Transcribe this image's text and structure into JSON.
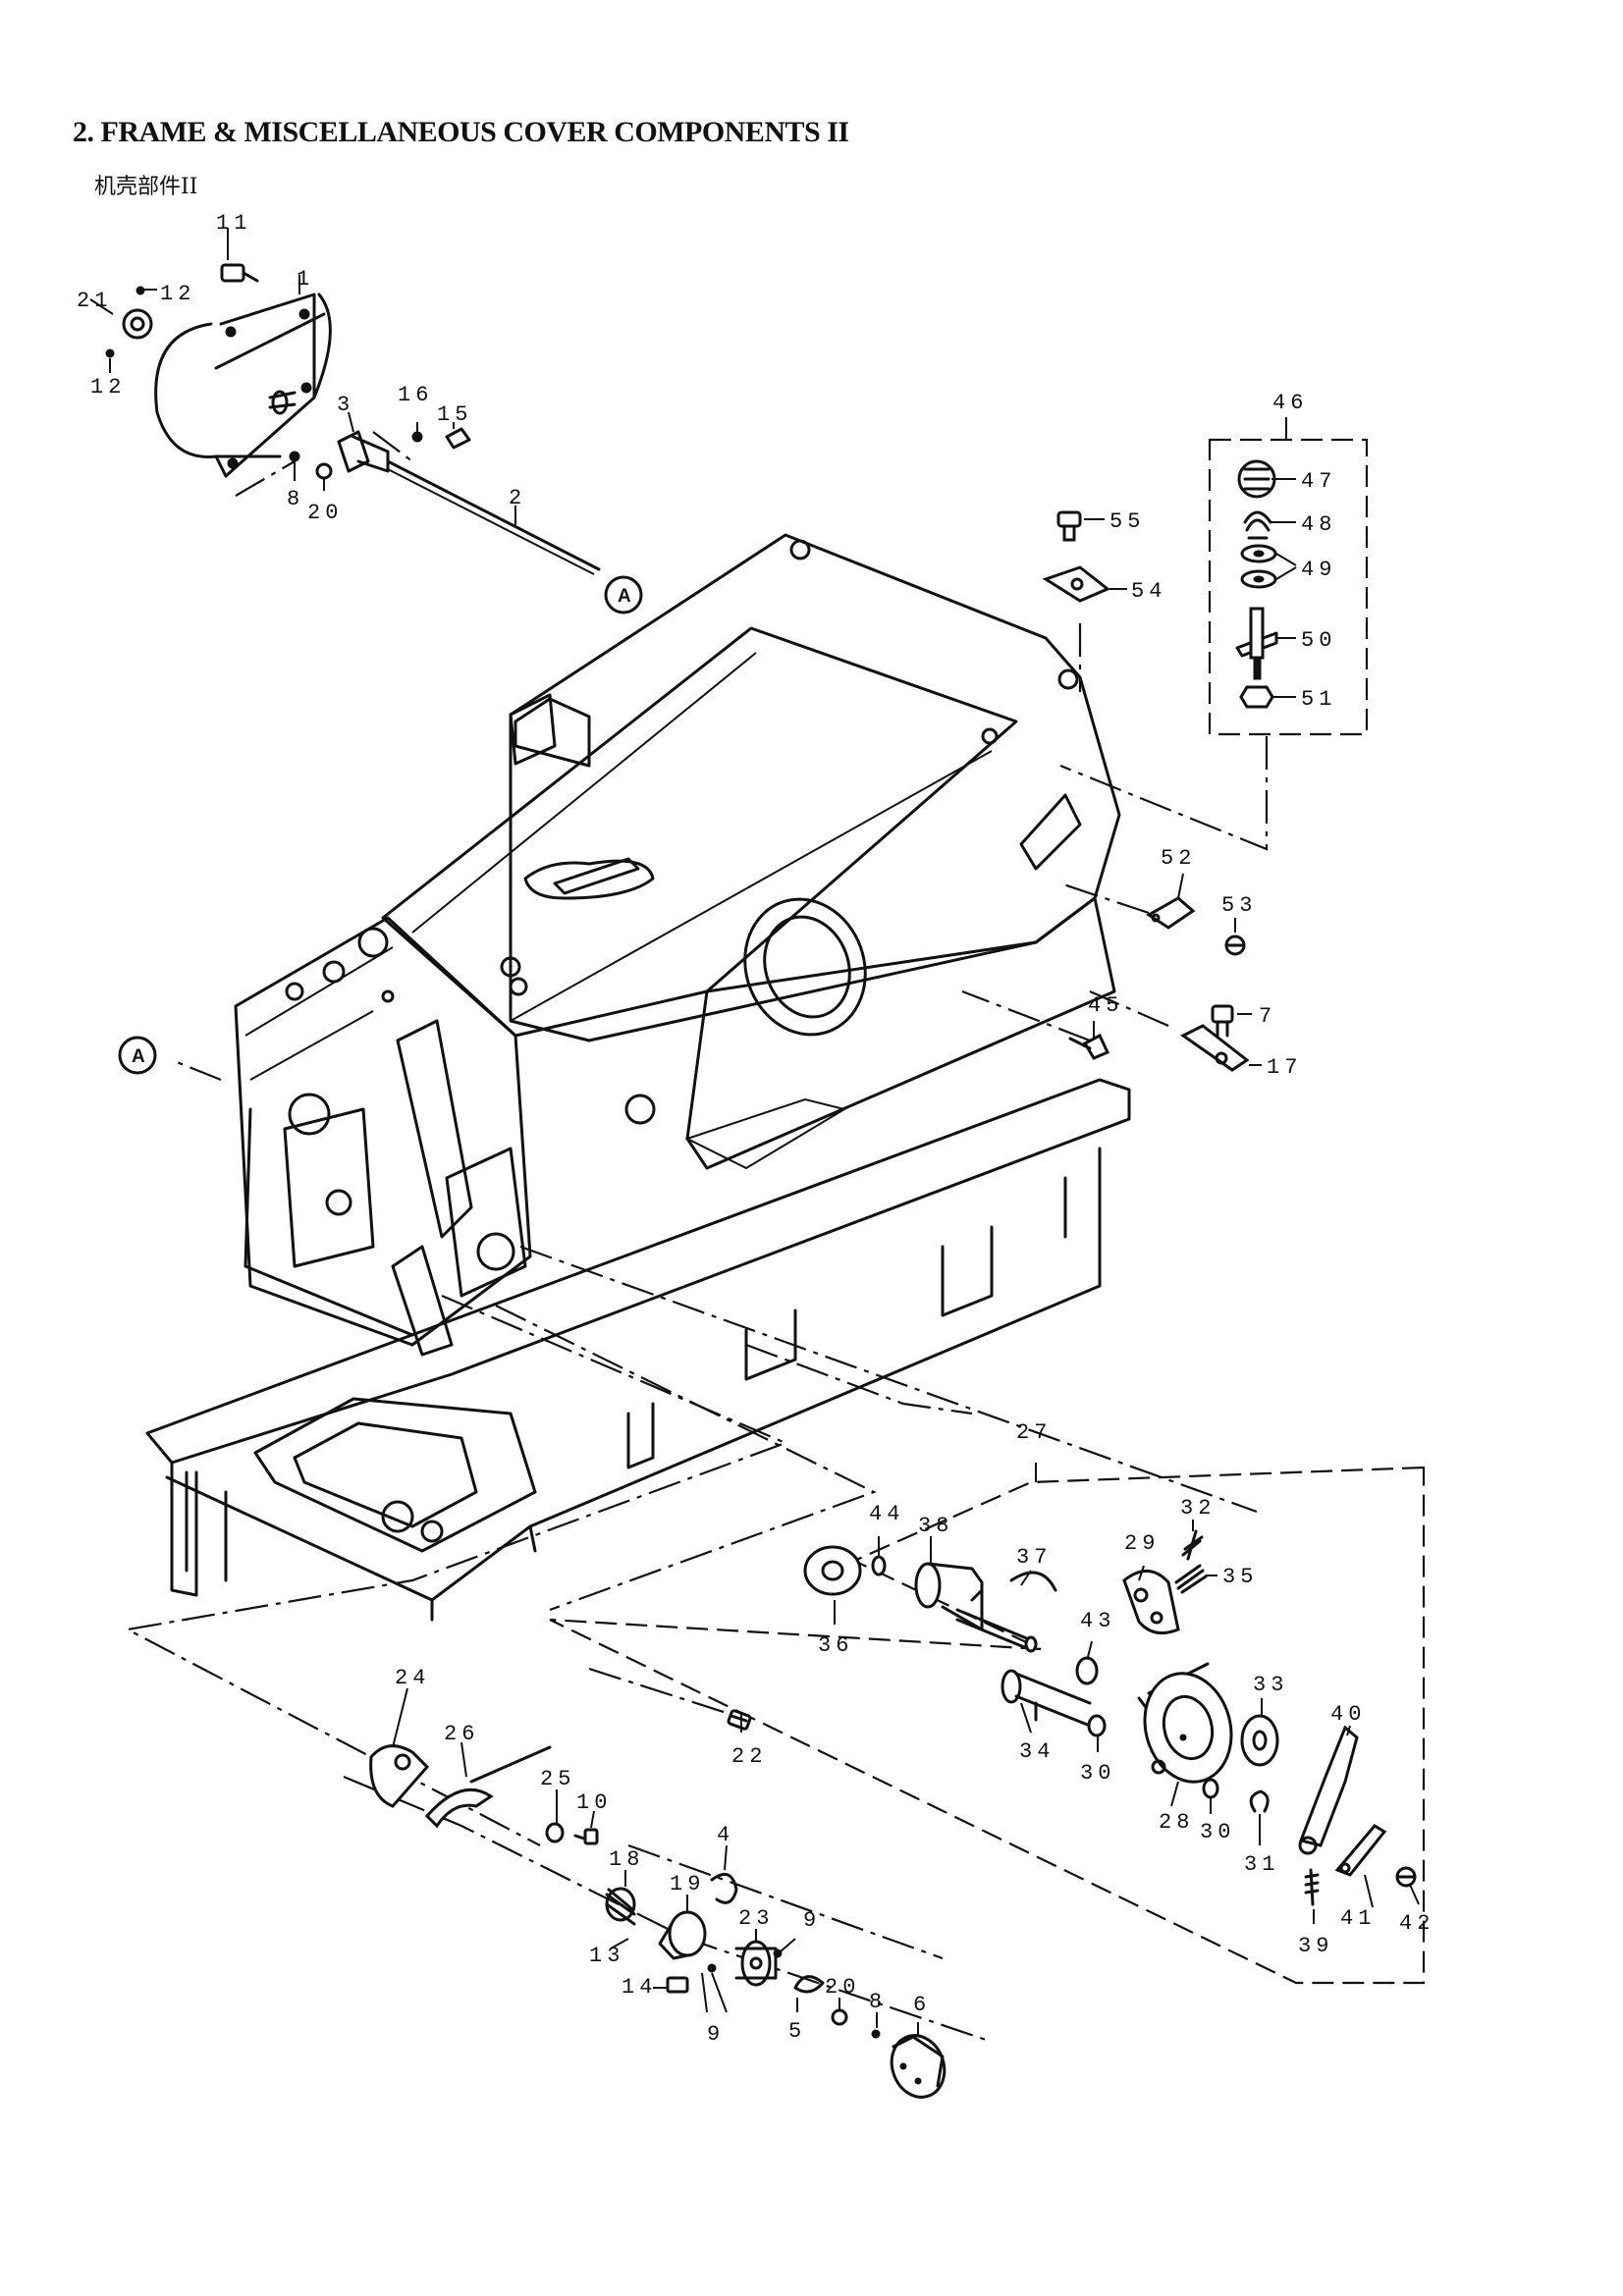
{
  "title": "2. FRAME & MISCELLANEOUS COVER COMPONENTS II",
  "subtitle": "机壳部件II",
  "connector": "A",
  "parts": {
    "p1": "1",
    "p2": "2",
    "p3": "3",
    "p4": "4",
    "p5": "5",
    "p6": "6",
    "p7": "7",
    "p8a": "8",
    "p8b": "8",
    "p9a": "9",
    "p9b": "9",
    "p10": "10",
    "p11": "11",
    "p12a": "12",
    "p12b": "12",
    "p13": "13",
    "p14": "14",
    "p15": "15",
    "p16": "16",
    "p17": "17",
    "p18": "18",
    "p19": "19",
    "p20a": "20",
    "p20b": "20",
    "p21": "21",
    "p22": "22",
    "p23": "23",
    "p24": "24",
    "p25": "25",
    "p26": "26",
    "p27": "27",
    "p28": "28",
    "p29": "29",
    "p30a": "30",
    "p30b": "30",
    "p31": "31",
    "p32": "32",
    "p33": "33",
    "p34": "34",
    "p35": "35",
    "p36": "36",
    "p37": "37",
    "p38": "38",
    "p39": "39",
    "p40": "40",
    "p41": "41",
    "p42": "42",
    "p43": "43",
    "p44": "44",
    "p45": "45",
    "p46": "46",
    "p47": "47",
    "p48": "48",
    "p49": "49",
    "p50": "50",
    "p51": "51",
    "p52": "52",
    "p53": "53",
    "p54": "54",
    "p55": "55"
  }
}
